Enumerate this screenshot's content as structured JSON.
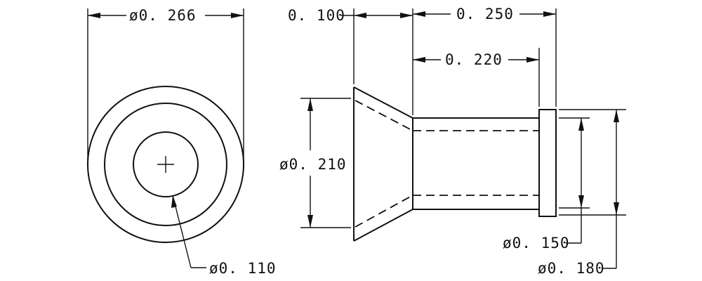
{
  "drawing": {
    "colors": {
      "ink": "#111111",
      "paper": "#ffffff"
    },
    "dimensions": {
      "top_outer_diameter": "ø0. 266",
      "left_flange_length": "0. 100",
      "overall_length": "0. 250",
      "body_length": "0. 220",
      "flare_diameter": "ø0. 210",
      "inner_diameter": "ø0. 110",
      "shank_diameter": "ø0. 150",
      "collar_diameter": "ø0. 180"
    },
    "icons": {
      "center_mark": "crosshair-icon"
    }
  }
}
